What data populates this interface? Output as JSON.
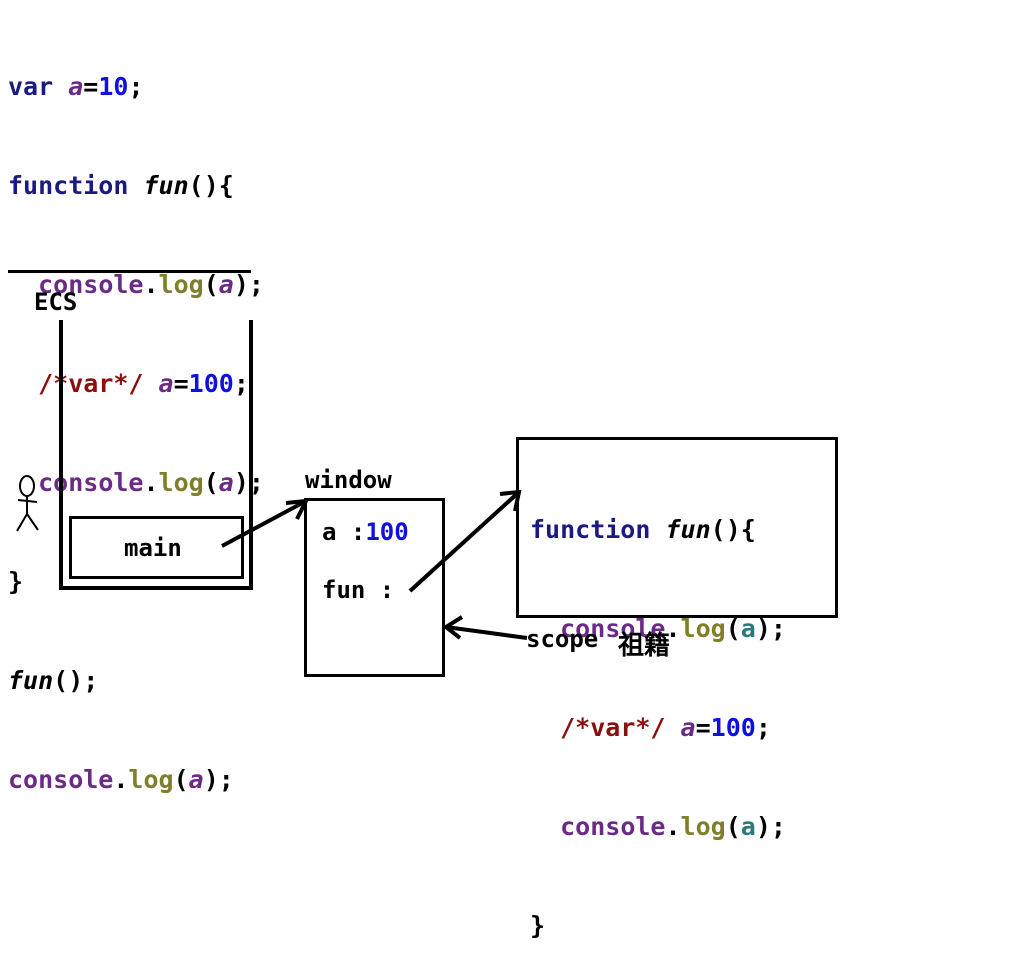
{
  "code": {
    "line1": {
      "kw": "var",
      "var": "a",
      "eq": "=",
      "num": "10",
      "end": ";"
    },
    "line2": {
      "kw": "function",
      "name": "fun",
      "punc": "(){"
    },
    "line3": {
      "obj": "console",
      "dot": ".",
      "meth": "log",
      "open": "(",
      "var": "a",
      "close": ");"
    },
    "line4": {
      "cmt": "/*var*/",
      "var": "a",
      "eq": "=",
      "num": "100",
      "end": ";"
    },
    "line5": {
      "obj": "console",
      "dot": ".",
      "meth": "log",
      "open": "(",
      "var": "a",
      "close": ");"
    },
    "line6": "}",
    "line7": {
      "name": "fun",
      "punc": "();"
    },
    "line8": {
      "obj": "console",
      "dot": ".",
      "meth": "log",
      "open": "(",
      "var": "a",
      "close": ");"
    }
  },
  "ecs_label": "ECS",
  "main_label": "main",
  "window": {
    "label": "window",
    "a_key": "a :",
    "a_value": "100",
    "fun_key": "fun :"
  },
  "func_box": {
    "line1": {
      "kw": "function",
      "name": "fun",
      "punc": "(){"
    },
    "line2": {
      "obj": "console",
      "dot": ".",
      "meth": "log",
      "open": "(",
      "var": "a",
      "close": ");"
    },
    "line3": {
      "cmt": "/*var*/",
      "var": "a",
      "eq": "=",
      "num": "100",
      "end": ";"
    },
    "line4": {
      "obj": "console",
      "dot": ".",
      "meth": "log",
      "open": "(",
      "var": "a",
      "close": ");"
    },
    "line5": "}"
  },
  "scope_label": "scope",
  "scope_cn": "祖籍"
}
